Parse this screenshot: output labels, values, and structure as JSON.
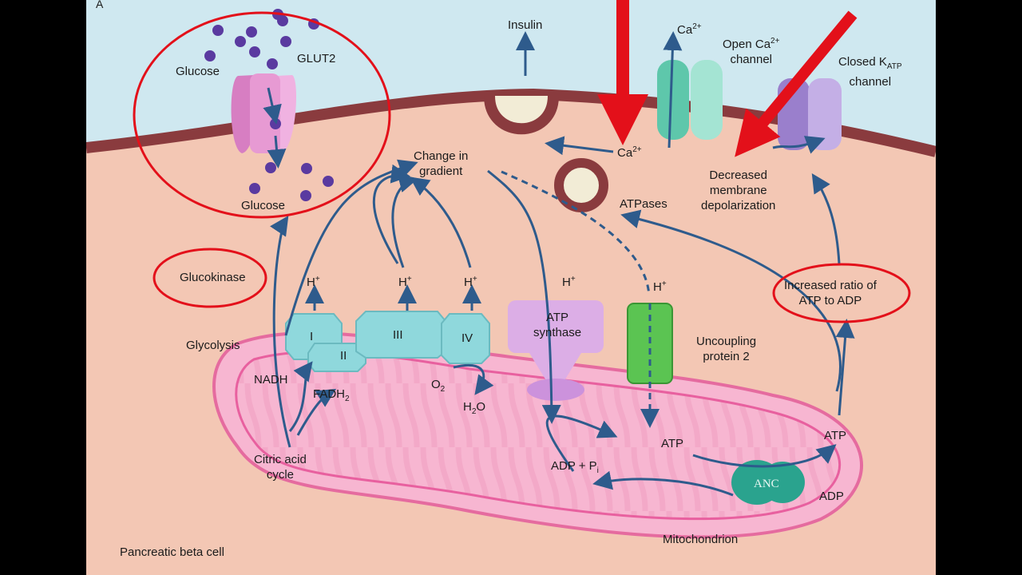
{
  "panel_letter": "A",
  "labels": {
    "glucose_out": "Glucose",
    "glut2": "GLUT2",
    "glucose_in": "Glucose",
    "glucokinase": "Glucokinase",
    "glycolysis": "Glycolysis",
    "insulin": "Insulin",
    "ca_top": "Ca",
    "ca_top_sup": "2+",
    "open_channel_1": "Open Ca",
    "open_channel_sup": "2+",
    "open_channel_2": "channel",
    "closed_channel_1": "Closed K",
    "closed_channel_sub": "ATP",
    "closed_channel_2": "channel",
    "ca_mid": "Ca",
    "ca_mid_sup": "2+",
    "change_in": "Change in",
    "gradient": "gradient",
    "atpases": "ATPases",
    "decreased": "Decreased",
    "membrane": "membrane",
    "depolarization": "depolarization",
    "increased_1": "Increased ratio of",
    "increased_2": "ATP to ADP",
    "h1": "H",
    "h2": "H",
    "h3": "H",
    "h4": "H",
    "h5": "H",
    "h_sup": "+",
    "complex_1": "I",
    "complex_2": "II",
    "complex_3": "III",
    "complex_4": "IV",
    "atp_synthase_1": "ATP",
    "atp_synthase_2": "synthase",
    "uncoupling_1": "Uncoupling",
    "uncoupling_2": "protein 2",
    "nadh": "NADH",
    "fadh": "FADH",
    "fadh_sub": "2",
    "o2": "O",
    "o2_sub": "2",
    "h2o_1": "H",
    "h2o_sub": "2",
    "h2o_2": "O",
    "citric_1": "Citric acid",
    "citric_2": "cycle",
    "adp_pi": "ADP + P",
    "adp_pi_sub": "i",
    "atp_mito": "ATP",
    "atp_right": "ATP",
    "adp_right": "ADP",
    "anc": "ANC",
    "mitochondrion": "Mitochondrion",
    "cell": "Pancreatic beta cell"
  },
  "colors": {
    "extracellular": "#cfe8f0",
    "cytoplasm": "#f3c7b4",
    "membrane": "#8a3b3e",
    "mito_outer": "#f3a9c8",
    "mito_inner": "#e8609f",
    "arrow": "#2e5b8c",
    "annotation_red": "#e3101a",
    "complex": "#8fd8dc",
    "anc": "#2aa38e",
    "ucp": "#5bc452",
    "ca_channel": "#7fd7c0",
    "k_channel": "#b49adb",
    "glut2": "#e79ad3",
    "glucose": "#5a3aa0"
  }
}
